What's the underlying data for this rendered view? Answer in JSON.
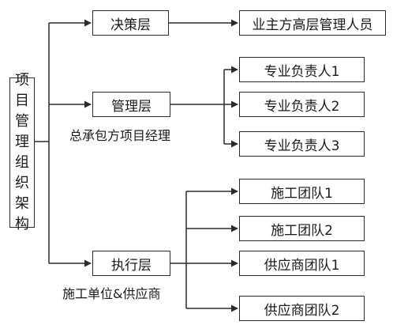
{
  "root": {
    "chars": [
      "项",
      "目",
      "管",
      "理",
      "组",
      "织",
      "架",
      "构"
    ]
  },
  "levels": {
    "decision": {
      "label": "决策层"
    },
    "management": {
      "label": "管理层",
      "caption": "总承包方项目经理"
    },
    "execution": {
      "label": "执行层",
      "caption": "施工单位&供应商"
    }
  },
  "decision_targets": [
    "业主方高层管理人员"
  ],
  "management_targets": [
    "专业负责人1",
    "专业负责人2",
    "专业负责人3"
  ],
  "execution_targets": [
    "施工团队1",
    "施工团队2",
    "供应商团队1",
    "供应商团队2"
  ],
  "colors": {
    "line": "#2a2a2a",
    "box_border": "#2a2a2a",
    "text": "#1a1a1a"
  }
}
